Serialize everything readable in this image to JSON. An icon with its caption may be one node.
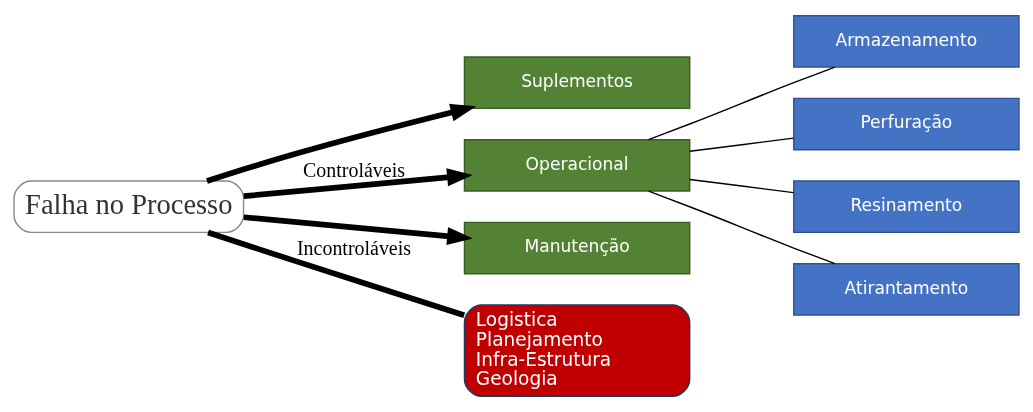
{
  "diagram": {
    "nodes": [
      {
        "text": [
          "Falha no Processo"
        ]
      },
      {
        "text": [
          "Suplementos"
        ]
      },
      {
        "text": [
          "Operacional"
        ]
      },
      {
        "text": [
          "Manutenção"
        ]
      },
      {
        "text": [
          "Logistica",
          "Planejamento",
          "Infra-Estrutura",
          "Geologia"
        ]
      },
      {
        "text": [
          "Armazenamento"
        ]
      },
      {
        "text": [
          "Perfuração"
        ]
      },
      {
        "text": [
          "Resinamento"
        ]
      },
      {
        "text": [
          "Atirantamento"
        ]
      }
    ],
    "edges": [
      {
        "from": 0,
        "to": 1,
        "arrow": "to",
        "style": "thick"
      },
      {
        "from": 0,
        "to": 2,
        "arrow": "to",
        "style": "thick",
        "label": "Controláveis"
      },
      {
        "from": 0,
        "to": 3,
        "arrow": "to",
        "style": "thick"
      },
      {
        "from": 0,
        "to": 4,
        "arrow": "none",
        "style": "thick",
        "label": "Incontroláveis"
      },
      {
        "from": 2,
        "to": 5,
        "arrow": "none"
      },
      {
        "from": 2,
        "to": 6,
        "arrow": "none"
      },
      {
        "from": 2,
        "to": 7,
        "arrow": "none"
      },
      {
        "from": 2,
        "to": 8,
        "arrow": "none"
      }
    ]
  }
}
